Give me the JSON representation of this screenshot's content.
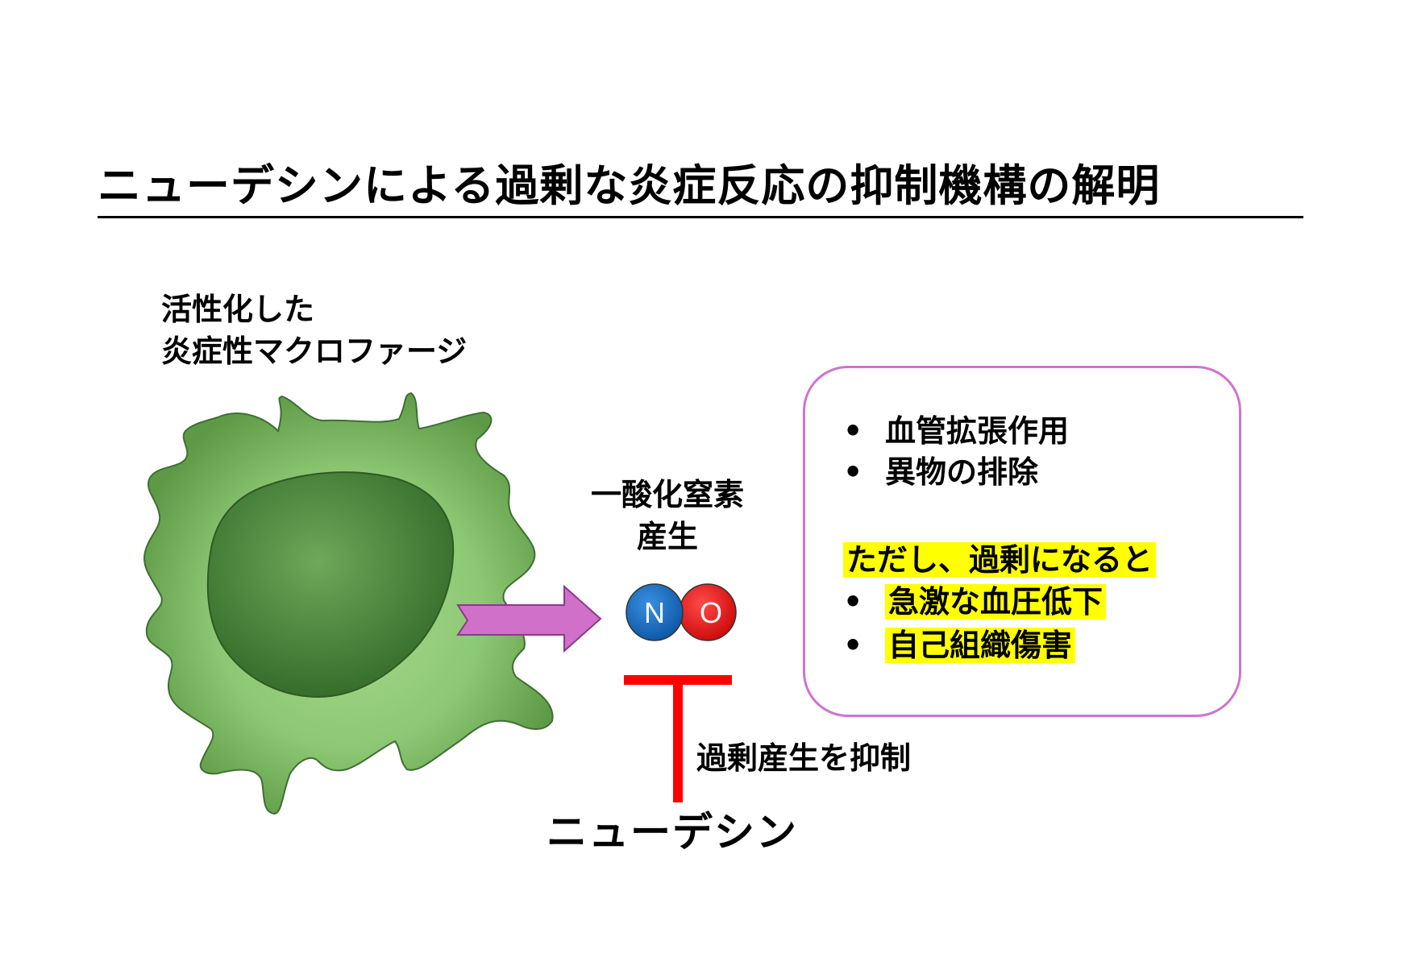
{
  "title": "ニューデシンによる過剰な炎症反応の抑制機構の解明",
  "cell_label": {
    "line1": "活性化した",
    "line2": "炎症性マクロファージ"
  },
  "no_label": {
    "line1": "一酸化窒素",
    "line2": "産生"
  },
  "molecule": {
    "n": "N",
    "o": "O"
  },
  "info_box": {
    "bullet": "•",
    "items": [
      "血管拡張作用",
      "異物の排除"
    ],
    "warning": "ただし、過剰になると",
    "risks": [
      "急激な血圧低下",
      "自己組織傷害"
    ]
  },
  "suppress_label": "過剰産生を抑制",
  "neudesin_label": "ニューデシン",
  "colors": {
    "cell_body": "#7cb865",
    "nucleus": "#4a8a3a",
    "arrow": "#d070c8",
    "n_atom": "#1f6fbf",
    "o_atom": "#e21b1b",
    "inhibitor": "#ff0000",
    "box_border": "#cf73cf",
    "highlight": "#ffff00"
  }
}
